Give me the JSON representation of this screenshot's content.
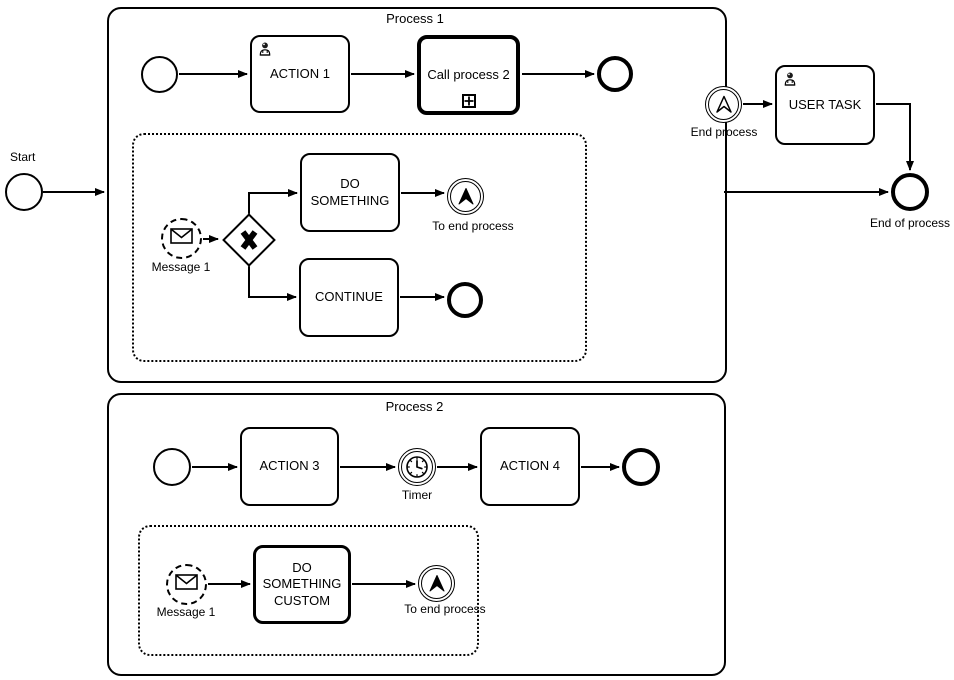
{
  "colors": {
    "stroke": "#000000",
    "background": "#ffffff",
    "text": "#000000"
  },
  "outer": {
    "start_label": "Start",
    "end_process_label": "End process",
    "user_task_label": "USER TASK",
    "end_of_process_label": "End of process"
  },
  "process1": {
    "title": "Process 1",
    "action1_label": "ACTION 1",
    "call_activity_label": "Call process 2",
    "message_label": "Message 1",
    "do_something_label": "DO SOMETHING",
    "continue_label": "CONTINUE",
    "to_end_label": "To end process"
  },
  "process2": {
    "title": "Process 2",
    "action3_label": "ACTION 3",
    "timer_label": "Timer",
    "action4_label": "ACTION 4",
    "message_label": "Message 1",
    "do_custom_label": "DO SOMETHING CUSTOM",
    "to_end_label": "To end process"
  },
  "icons": {
    "user_task": "user-icon",
    "message": "envelope-icon",
    "exclusive_gateway": "x-gateway-icon",
    "link_throw": "arrow-up-filled-icon",
    "link_catch": "arrow-up-outline-icon",
    "timer": "clock-icon",
    "call_activity_marker": "plus-icon"
  }
}
